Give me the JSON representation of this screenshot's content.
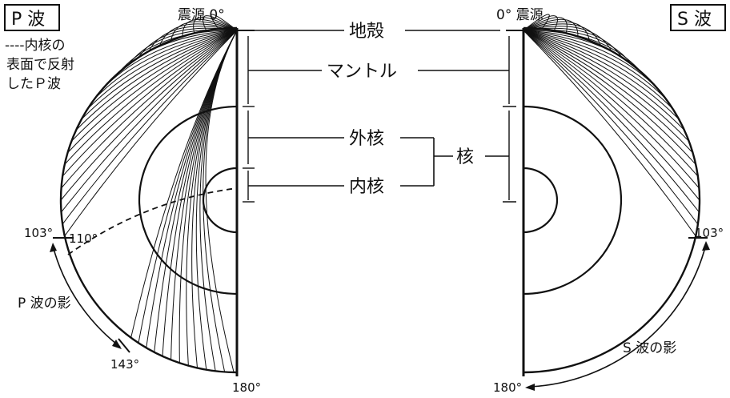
{
  "panel_left": {
    "title": "P 波",
    "epicenter_label": "震源 0°",
    "legend_line": "----内核の",
    "legend_line2": "表面で反射",
    "legend_line3": "したＰ波",
    "angle_103": "103°",
    "angle_110": "110°",
    "angle_143": "143°",
    "angle_180": "180°",
    "shadow_label": "P 波の影"
  },
  "panel_right": {
    "title": "S 波",
    "epicenter_label": "0° 震源",
    "angle_103": "103°",
    "angle_180": "180°",
    "shadow_label": "S 波の影"
  },
  "layers": {
    "crust": "地殻",
    "mantle": "マントル",
    "outer_core": "外核",
    "inner_core": "内核",
    "core": "核"
  }
}
